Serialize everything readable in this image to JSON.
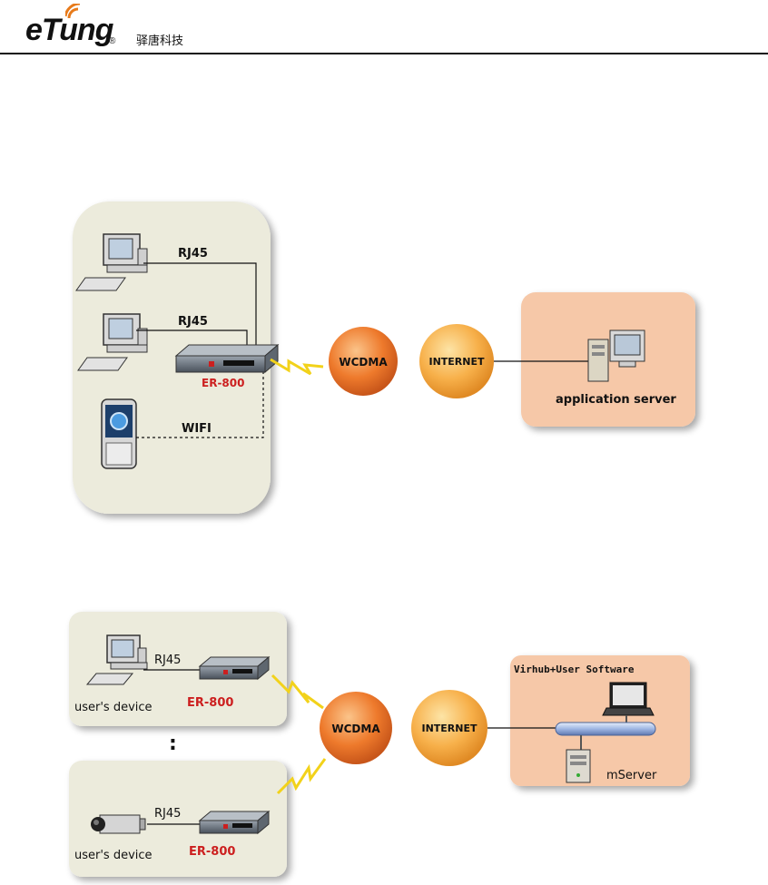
{
  "header": {
    "logo": "eTung",
    "registered": "®",
    "company_cn": "驿唐科技"
  },
  "diagram1": {
    "link_rj45_top": "RJ45",
    "link_rj45_bottom": "RJ45",
    "link_wifi": "WIFI",
    "router_label": "ER-800",
    "cloud_wcdma": "WCDMA",
    "cloud_internet": "INTERNET",
    "server_label": "application server"
  },
  "diagram2": {
    "link_rj45_top": "RJ45",
    "link_rj45_bottom": "RJ45",
    "device_label_top": "user's device",
    "device_label_bottom": "user's device",
    "router_label_top": "ER-800",
    "router_label_bottom": "ER-800",
    "ellipsis": ":",
    "cloud_wcdma": "WCDMA",
    "cloud_internet": "INTERNET",
    "software_title": "Virhub+User Software",
    "server_label": "mServer"
  },
  "colors": {
    "panel_beige": "#ecebdc",
    "panel_salmon": "#f6c8a8",
    "wcdma_orange": "#ee7a2c",
    "internet_orange": "#f7b04a",
    "router_red": "#cc1f1f",
    "bolt_yellow": "#f2d21a"
  }
}
